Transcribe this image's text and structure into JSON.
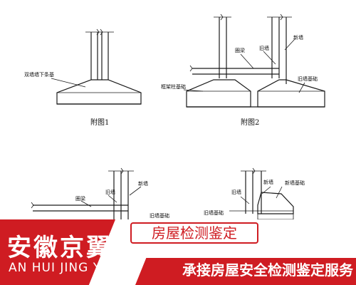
{
  "figures": {
    "fig1": {
      "caption": "附图1",
      "labels": {
        "strip_foundation": "双墙墙下条基"
      }
    },
    "fig2": {
      "caption": "附图2",
      "labels": {
        "ring_beam": "圈梁",
        "old_wall": "旧墙",
        "new_wall": "新墙",
        "frame_column": "框架柱基础",
        "old_foundation": "旧墙基础"
      }
    },
    "fig3": {
      "labels": {
        "ring_beam": "圈梁",
        "old_wall": "旧墙",
        "new_wall": "新墙",
        "old_foundation": "旧墙基础"
      }
    },
    "fig4": {
      "labels": {
        "old_wall": "旧墙",
        "new_wall": "新墙",
        "new_foundation": "新墙基础",
        "old_foundation": "旧墙基础"
      }
    }
  },
  "banner": {
    "brand_cn": "安徽京翼",
    "brand_en": "AN HUI JING YI",
    "tag": "房屋检测鉴定",
    "slogan": "承接房屋安全检测鉴定服务"
  },
  "colors": {
    "brand_red": "#cf1c22",
    "ink": "#1a1a1a",
    "background": "#ffffff"
  }
}
